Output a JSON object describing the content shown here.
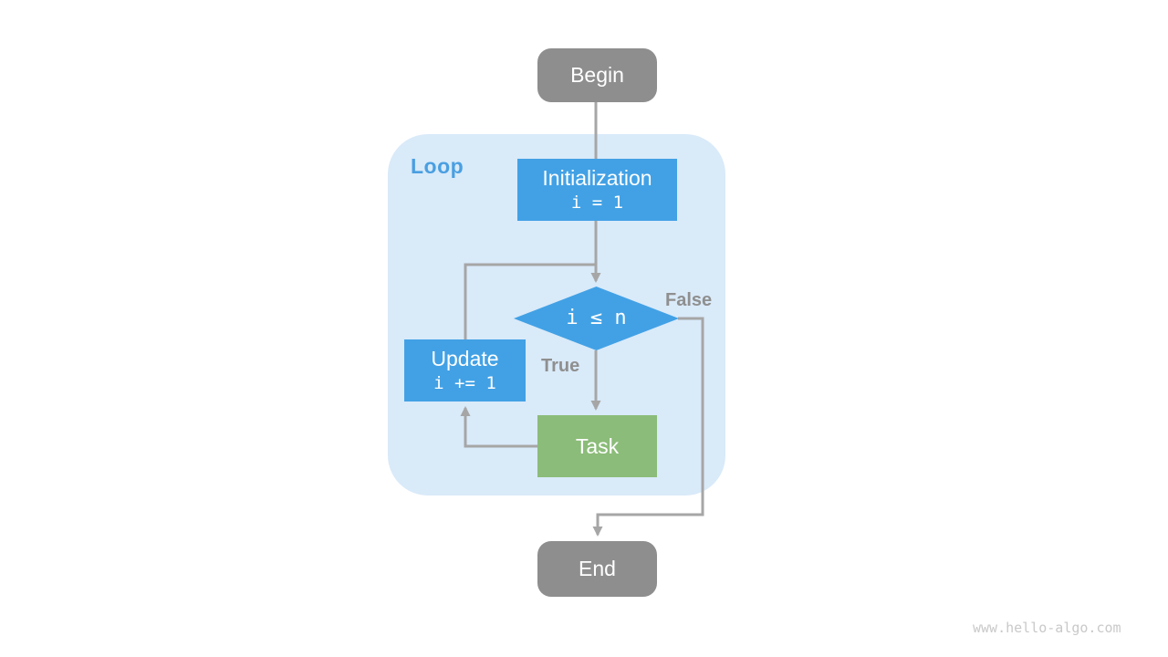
{
  "diagram": {
    "type": "flowchart",
    "loop_label": "Loop",
    "nodes": {
      "begin": "Begin",
      "initialization": {
        "title": "Initialization",
        "code": "i = 1"
      },
      "condition": "i ≤ n",
      "update": {
        "title": "Update",
        "code": "i += 1"
      },
      "task": "Task",
      "end": "End"
    },
    "edge_labels": {
      "true": "True",
      "false": "False"
    },
    "edges": [
      {
        "from": "begin",
        "to": "initialization"
      },
      {
        "from": "initialization",
        "to": "condition"
      },
      {
        "from": "condition",
        "to": "task",
        "label": "True"
      },
      {
        "from": "condition",
        "to": "end",
        "label": "False"
      },
      {
        "from": "task",
        "to": "update"
      },
      {
        "from": "update",
        "to": "condition"
      }
    ],
    "colors": {
      "node_blue": "#42A1E5",
      "node_green": "#8BBC79",
      "node_gray": "#8E8E8E",
      "loop_background": "#D9EAF9",
      "loop_label_text": "#4A9FE1",
      "edge_stroke": "#A6A6A6",
      "edge_label_text": "#8F8F8F",
      "node_text": "#FFFFFF",
      "watermark_text": "#C9C9C9"
    },
    "watermark": "www.hello-algo.com"
  }
}
